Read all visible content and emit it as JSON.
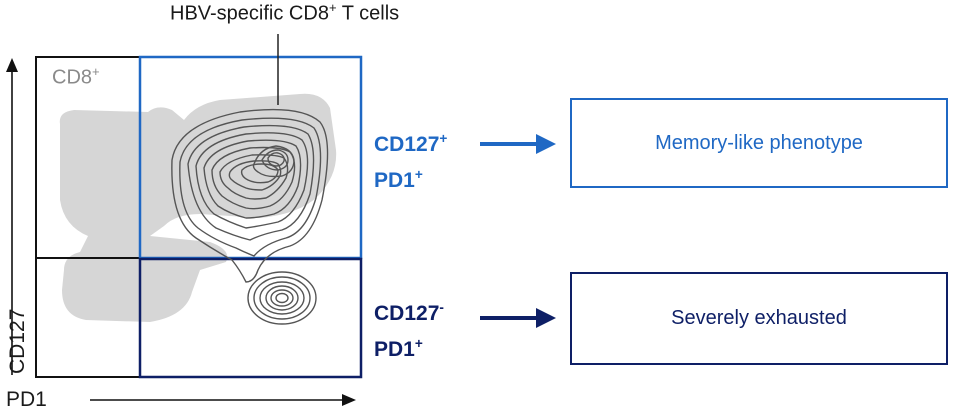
{
  "header": {
    "text": "HBV-specific CD8",
    "sup": "+",
    "suffix": " T cells"
  },
  "plot": {
    "population_label": "CD8",
    "population_sup": "+",
    "y_axis_label": "CD127",
    "x_axis_label": "PD1"
  },
  "phenotypes": [
    {
      "line1": "CD127",
      "line1_sup": "+",
      "line2": "PD1",
      "line2_sup": "+",
      "result": "Memory-like phenotype",
      "color": "#1f68c4"
    },
    {
      "line1": "CD127",
      "line1_sup": "-",
      "line2": "PD1",
      "line2_sup": "+",
      "result": "Severely exhausted",
      "color": "#0e1f66"
    }
  ],
  "colors": {
    "gray_population": "#d6d6d6",
    "contour": "#555555",
    "axis": "#111111"
  }
}
